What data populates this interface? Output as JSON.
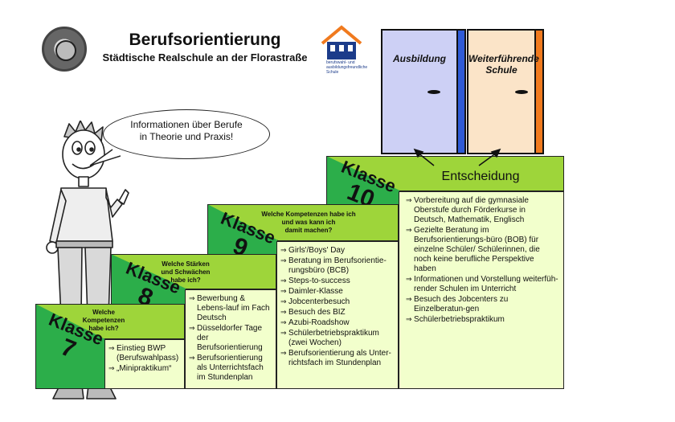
{
  "header": {
    "title": "Berufsorientierung",
    "subtitle": "Städtische Realschule an der Florastraße",
    "logo_text": "berufswahl- und ausbildungsfreundliche Schule"
  },
  "speech": {
    "line1": "Informationen über Berufe",
    "line2": "in Theorie und Praxis!"
  },
  "doors": [
    {
      "label": "Ausbildung",
      "color": "#2f5bd6",
      "panel": "#cdd0f5"
    },
    {
      "label_line1": "Weiterführende",
      "label_line2": "Schule",
      "color": "#f07a1e",
      "panel": "#fbe4c8"
    }
  ],
  "decision": "Entscheidung",
  "colors": {
    "riser": "#f2ffcc",
    "tread": "#9ed53a",
    "side": "#2cae4a"
  },
  "steps": [
    {
      "klasse_word": "Klasse",
      "klasse_num": "7",
      "question": [
        "Welche",
        "Kompetenzen",
        "habe ich?"
      ],
      "items": [
        "Einstieg BWP (Berufswahlpass)",
        "„Minipraktikum“"
      ]
    },
    {
      "klasse_word": "Klasse",
      "klasse_num": "8",
      "question": [
        "Welche Stärken",
        "und Schwächen",
        "habe ich?"
      ],
      "items": [
        "Bewerbung & Lebens-lauf im Fach Deutsch",
        "Düsseldorfer Tage der Berufsorientierung",
        "Berufsorientierung als Unterrichtsfach im Stundenplan"
      ]
    },
    {
      "klasse_word": "Klasse",
      "klasse_num": "9",
      "question": [
        "Welche Kompetenzen habe ich",
        "und was kann ich",
        "damit machen?"
      ],
      "items": [
        "Girls'/Boys' Day",
        "Beratung im Berufsorientie-rungsbüro (BCB)",
        "Steps-to-success",
        "Daimler-Klasse",
        "Jobcenterbesuch",
        "Besuch des BIZ",
        "Azubi-Roadshow",
        "Schülerbetriebspraktikum (zwei Wochen)",
        "Berufsorientierung als Unter-richtsfach im Stundenplan"
      ]
    },
    {
      "klasse_word": "Klasse",
      "klasse_num": "10",
      "question": [],
      "items": [
        "Vorbereitung auf die gymnasiale Oberstufe durch Förderkurse in Deutsch, Mathematik, Englisch",
        "Gezielte Beratung im Berufsorientierungs-büro (BOB) für einzelne Schüler/ Schülerinnen, die noch keine berufliche Perspektive haben",
        "Informationen und Vorstellung weiterfüh-render Schulen im Unterricht",
        "Besuch des Jobcenters zu Einzelberatun-gen",
        "Schülerbetriebspraktikum"
      ]
    }
  ]
}
